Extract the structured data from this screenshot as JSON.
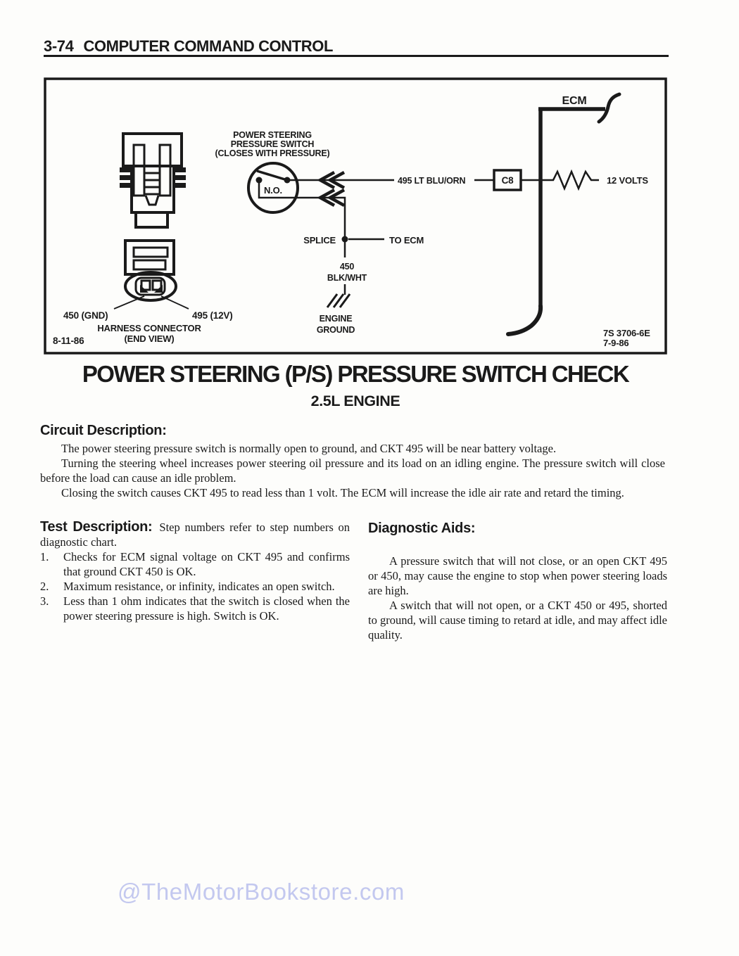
{
  "page": {
    "number": "3-74",
    "header_title": "COMPUTER COMMAND CONTROL",
    "watermark": "@TheMotorBookstore.com"
  },
  "title": {
    "main": "POWER STEERING (P/S) PRESSURE SWITCH CHECK",
    "sub": "2.5L ENGINE"
  },
  "diagram": {
    "switch_label": {
      "line1": "POWER STEERING",
      "line2": "PRESSURE SWITCH",
      "line3": "(CLOSES WITH PRESSURE)"
    },
    "switch_state": "N.O.",
    "ecm_label": "ECM",
    "wire_495_label": "495 LT BLU/ORN",
    "connector_c8": "C8",
    "voltage_label": "12 VOLTS",
    "splice_label": "SPLICE",
    "to_ecm_label": "TO ECM",
    "wire_450": {
      "line1": "450",
      "line2": "BLK/WHT"
    },
    "engine_ground": {
      "line1": "ENGINE",
      "line2": "GROUND"
    },
    "terminal_450": "450 (GND)",
    "terminal_495": "495 (12V)",
    "harness_connector": {
      "line1": "HARNESS CONNECTOR",
      "line2": "(END VIEW)"
    },
    "date_left": "8-11-86",
    "reference": "7S 3706-6E",
    "date_right": "7-9-86"
  },
  "circuit_description": {
    "heading": "Circuit Description:",
    "paragraphs": [
      "The power steering pressure switch is normally open to ground, and CKT 495 will be near battery voltage.",
      "Turning the steering wheel increases power steering oil pressure and its load on an idling engine.  The pressure switch will close before the load can cause an idle problem.",
      "Closing the switch causes CKT 495 to read less than 1 volt.  The ECM will increase the idle air rate and retard the timing."
    ]
  },
  "test_description": {
    "heading": "Test Description:",
    "intro": "Step numbers refer to step numbers on diagnostic chart.",
    "items": [
      {
        "num": "1.",
        "text": "Checks for ECM signal voltage on CKT 495 and confirms that ground CKT 450 is OK."
      },
      {
        "num": "2.",
        "text": "Maximum resistance, or infinity, indicates an open switch."
      },
      {
        "num": "3.",
        "text": "Less than 1 ohm indicates that the switch is closed when the power steering pressure is high.  Switch is OK."
      }
    ]
  },
  "diagnostic_aids": {
    "heading": "Diagnostic Aids:",
    "paragraphs": [
      "A pressure switch that will not close, or an open CKT 495 or 450, may cause the engine to stop when power steering loads are high.",
      "A switch that will not open, or a CKT 450 or 495, shorted to ground, will cause timing to retard at idle, and may affect idle quality."
    ]
  }
}
